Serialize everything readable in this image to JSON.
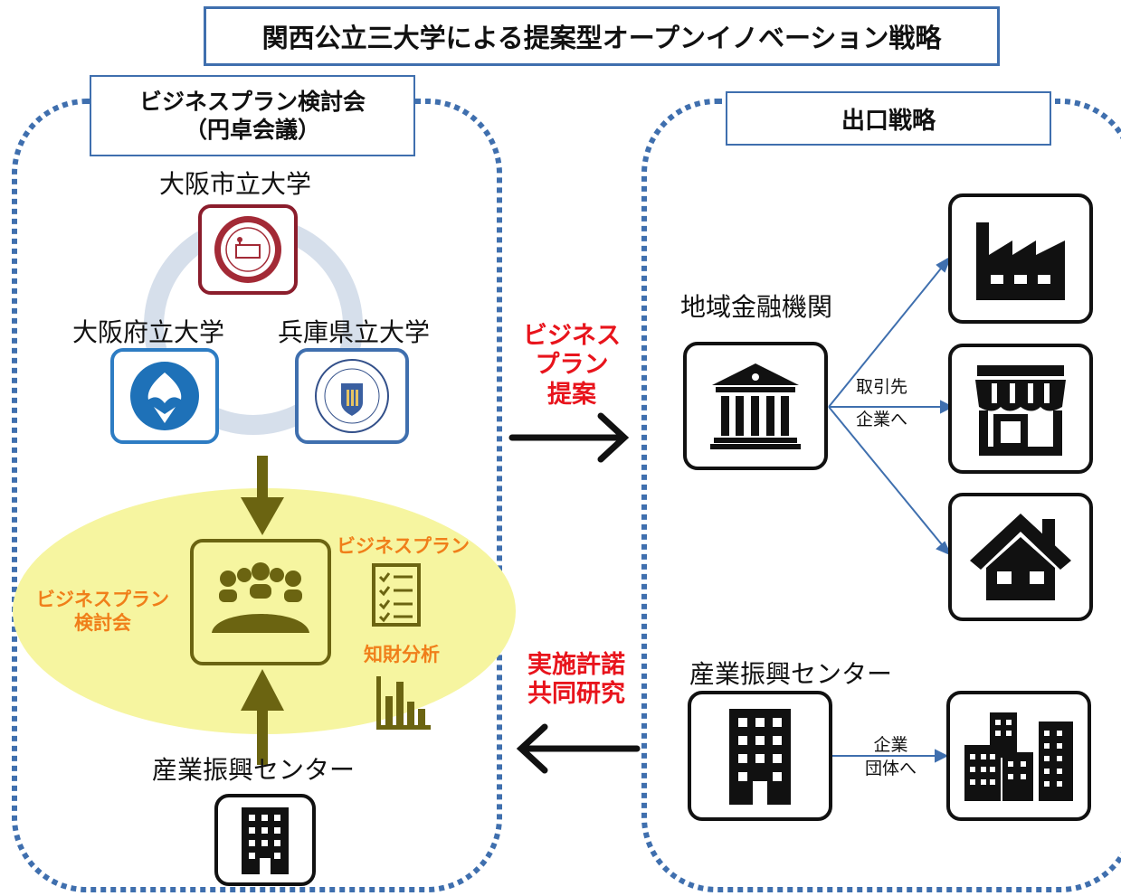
{
  "title": "関西公立三大学による提案型オープンイノベーション戦略",
  "left_panel": {
    "header_line1": "ビジネスプラン検討会",
    "header_line2": "（円卓会議）",
    "university_top": "大阪市立大学",
    "university_left": "大阪府立大学",
    "university_right": "兵庫県立大学",
    "meeting_label_line1": "ビジネスプラン",
    "meeting_label_line2": "検討会",
    "plan_label": "ビジネスプラン",
    "ip_label": "知財分析",
    "center_label": "産業振興センター"
  },
  "middle": {
    "proposal_line1": "ビジネス",
    "proposal_line2": "プラン",
    "proposal_line3": "提案",
    "license_line1": "実施許諾",
    "license_line2": "共同研究"
  },
  "right_panel": {
    "header": "出口戦略",
    "finance_label": "地域金融機関",
    "client_line1": "取引先",
    "client_line2": "企業へ",
    "center_label": "産業振興センター",
    "group_line1": "企業",
    "group_line2": "団体へ"
  },
  "icons": [
    "bank-icon",
    "factory-icon",
    "shop-icon",
    "house-icon",
    "building-icon",
    "office-buildings-icon",
    "meeting-icon",
    "checklist-icon",
    "bar-chart-icon"
  ],
  "colors": {
    "accent_blue": "#3f6fae",
    "highlight": "#f6f5a0",
    "olive": "#6b6411",
    "orange": "#f07f1a",
    "red": "#e8141c"
  }
}
